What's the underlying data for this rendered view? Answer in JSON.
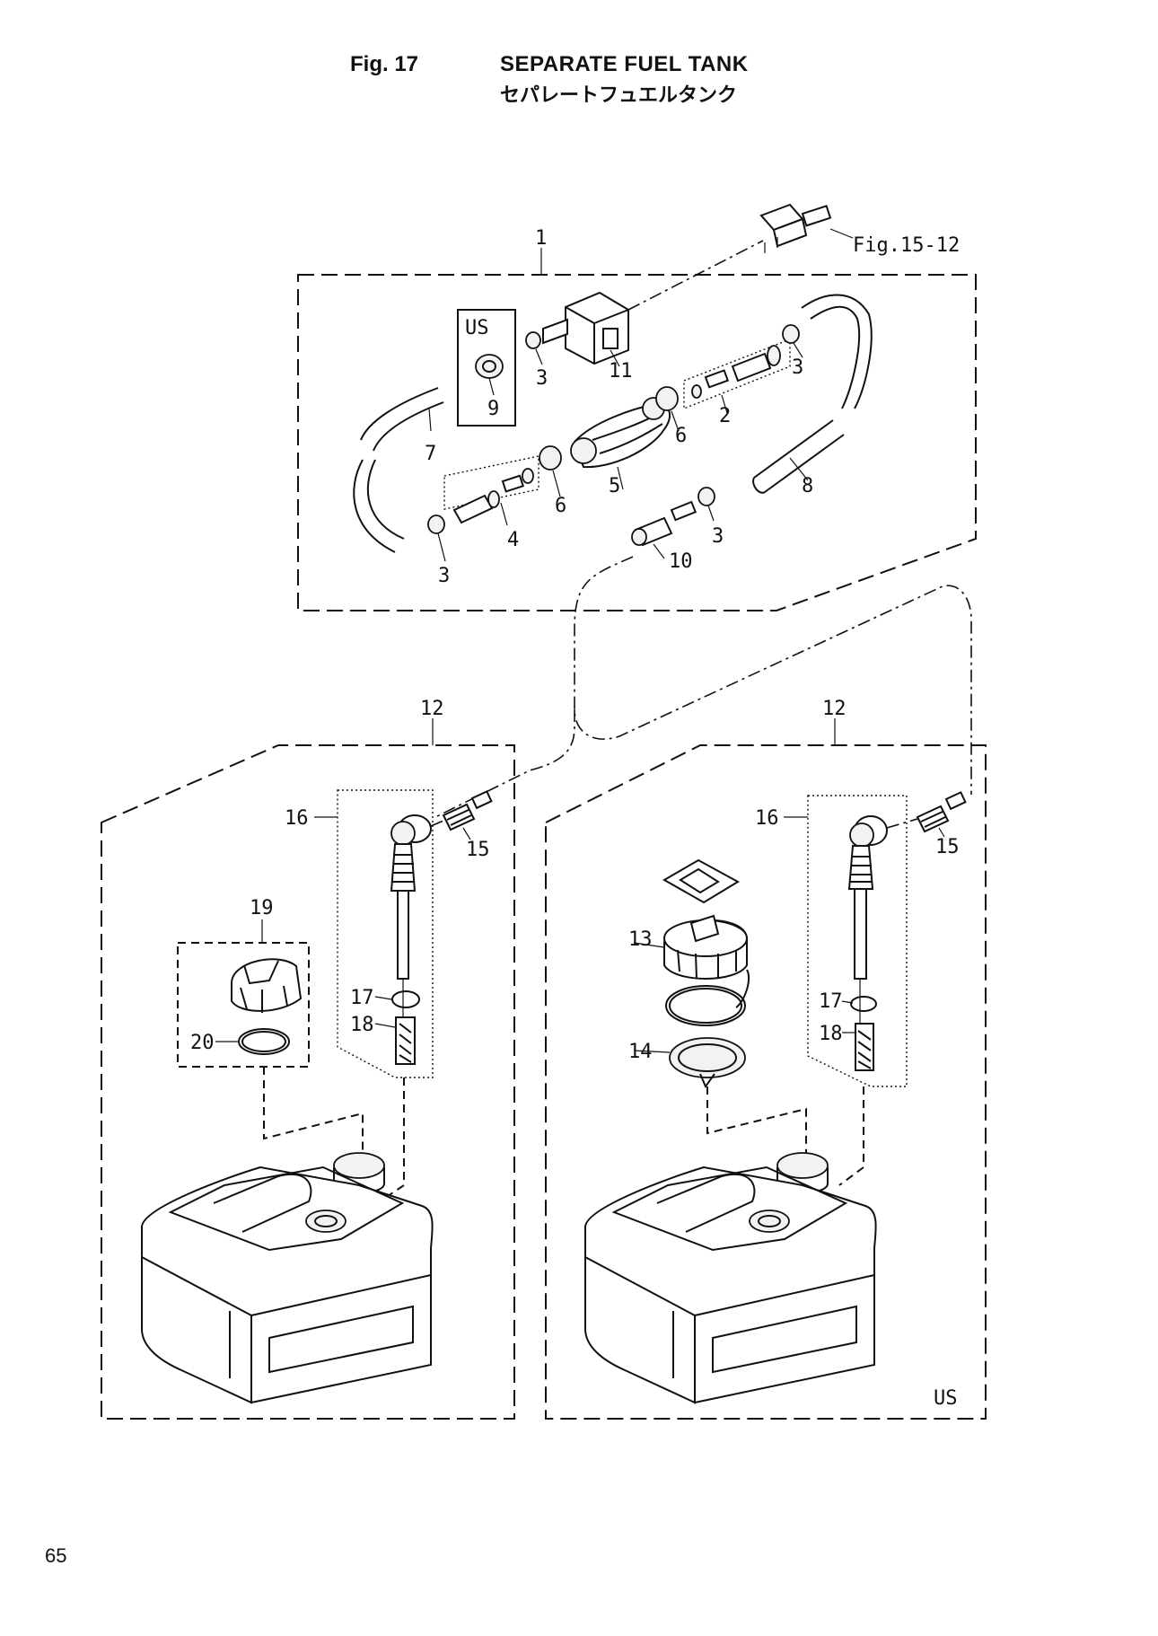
{
  "header": {
    "fig_number": "Fig. 17",
    "title": "SEPARATE FUEL TANK",
    "title_jp": "セパレートフュエルタンク"
  },
  "page_number": "65",
  "labels": {
    "p1": "1",
    "p2": "2",
    "p3a": "3",
    "p3b": "3",
    "p3c": "3",
    "p3d": "3",
    "p4": "4",
    "p5": "5",
    "p6a": "6",
    "p6b": "6",
    "p7": "7",
    "p8": "8",
    "p9": "9",
    "p10": "10",
    "p11": "11",
    "p12l": "12",
    "p12r": "12",
    "p13": "13",
    "p14": "14",
    "p15l": "15",
    "p15r": "15",
    "p16l": "16",
    "p16r": "16",
    "p17l": "17",
    "p17r": "17",
    "p18l": "18",
    "p18r": "18",
    "p19": "19",
    "p20": "20",
    "us_box": "US",
    "us_tank": "US",
    "fig_ref": "Fig.15-12"
  }
}
